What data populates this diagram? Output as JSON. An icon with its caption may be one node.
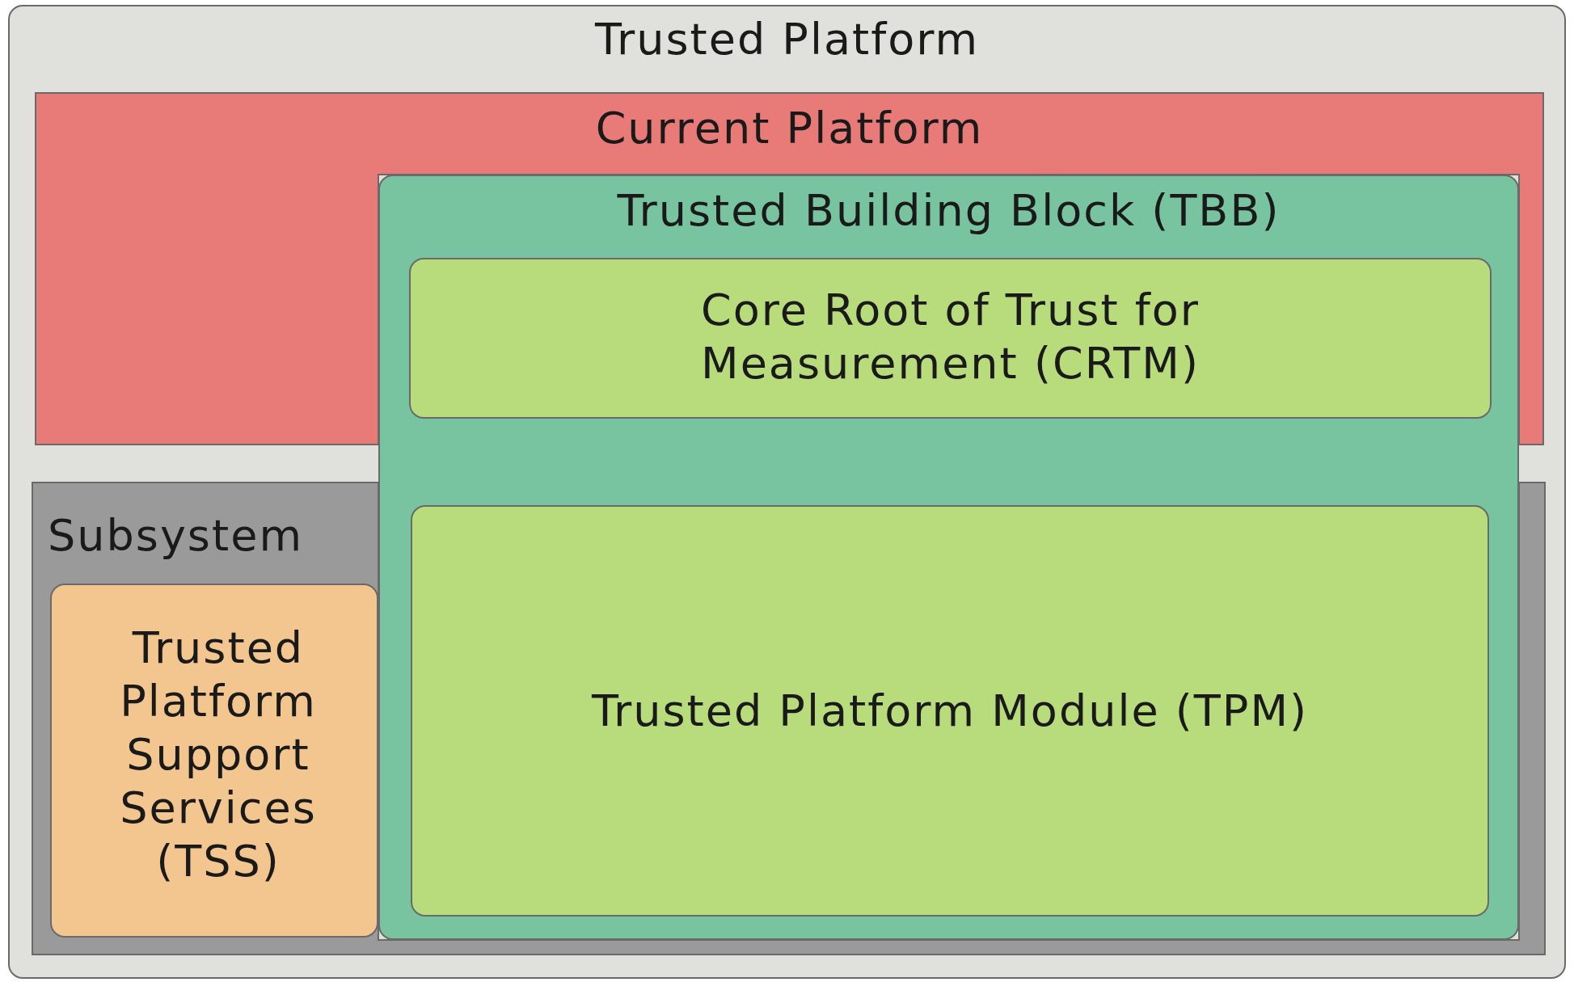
{
  "diagram": {
    "nodes": [
      {
        "text": [
          "Trusted Platform"
        ]
      },
      {
        "text": [
          "Current Platform"
        ],
        "in": 0
      },
      {
        "text": [
          "Trusted Building Block (TBB)"
        ],
        "in": 0
      },
      {
        "text": [
          "Core Root of Trust for Measurement (CRTM)"
        ],
        "in": 2
      },
      {
        "text": [
          "Subsystem"
        ],
        "in": 0
      },
      {
        "text": [
          "Trusted Platform Support Services (TSS)"
        ],
        "in": 4
      },
      {
        "text": [
          "Trusted Platform Module (TPM)"
        ],
        "in": 2
      }
    ]
  }
}
